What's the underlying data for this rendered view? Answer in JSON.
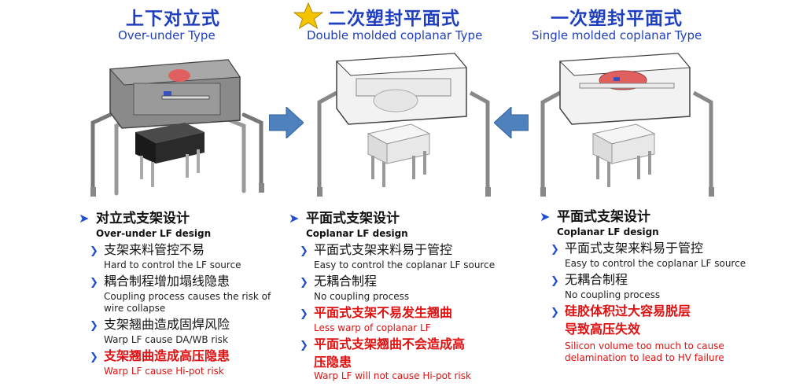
{
  "columns": [
    {
      "title_cn": "上下对立式",
      "title_en": "Over-under Type",
      "heading_cn": "对立式支架设计",
      "heading_en": "Over-under LF design",
      "items": [
        {
          "cn": "支架来料管控不易",
          "en": "Hard to control the LF source",
          "en2": "",
          "highlight": false
        },
        {
          "cn": "耦合制程增加塌线隐患",
          "en": "Coupling process causes the risk of",
          "en2": "wire collapse",
          "highlight": false
        },
        {
          "cn": "支架翘曲造成固焊风险",
          "en": "Warp LF cause DA/WB risk",
          "en2": "",
          "highlight": false
        },
        {
          "cn": "支架翘曲造成高压隐患",
          "en": "Warp LF cause Hi-pot risk",
          "en2": "",
          "highlight": true
        }
      ]
    },
    {
      "title_cn": "二次塑封平面式",
      "title_en": "Double molded coplanar Type",
      "heading_cn": "平面式支架设计",
      "heading_en": "Coplanar LF design",
      "items": [
        {
          "cn": "平面式支架来料易于管控",
          "en": "Easy to control the coplanar LF source",
          "en2": "",
          "highlight": false
        },
        {
          "cn": "无耦合制程",
          "en": "No coupling process",
          "en2": "",
          "highlight": false
        },
        {
          "cn": "平面式支架不易发生翘曲",
          "en": "Less warp of coplanar LF",
          "en2": "",
          "highlight": true
        },
        {
          "cn": "平面式支架翘曲不会造成高",
          "cn2": "压隐患",
          "en": "Warp LF will not cause Hi-pot risk",
          "en2": "",
          "highlight": true
        }
      ]
    },
    {
      "title_cn": "一次塑封平面式",
      "title_en": "Single molded coplanar Type",
      "heading_cn": "平面式支架设计",
      "heading_en": "Coplanar LF design",
      "items": [
        {
          "cn": "平面式支架来料易于管控",
          "en": "Easy to control the coplanar LF source",
          "en2": "",
          "highlight": false
        },
        {
          "cn": "无耦合制程",
          "en": "No coupling process",
          "en2": "",
          "highlight": false
        },
        {
          "cn": "硅胶体积过大容易脱层",
          "cn2": "导致高压失效",
          "en": "Silicon volume too much to cause",
          "en2": "delamination to lead to HV failure",
          "highlight": true
        }
      ]
    }
  ],
  "colors": {
    "title": "#1f3fbf",
    "highlight": "#e01010",
    "arrow": "#4f81bd",
    "star": "#f5c400"
  }
}
